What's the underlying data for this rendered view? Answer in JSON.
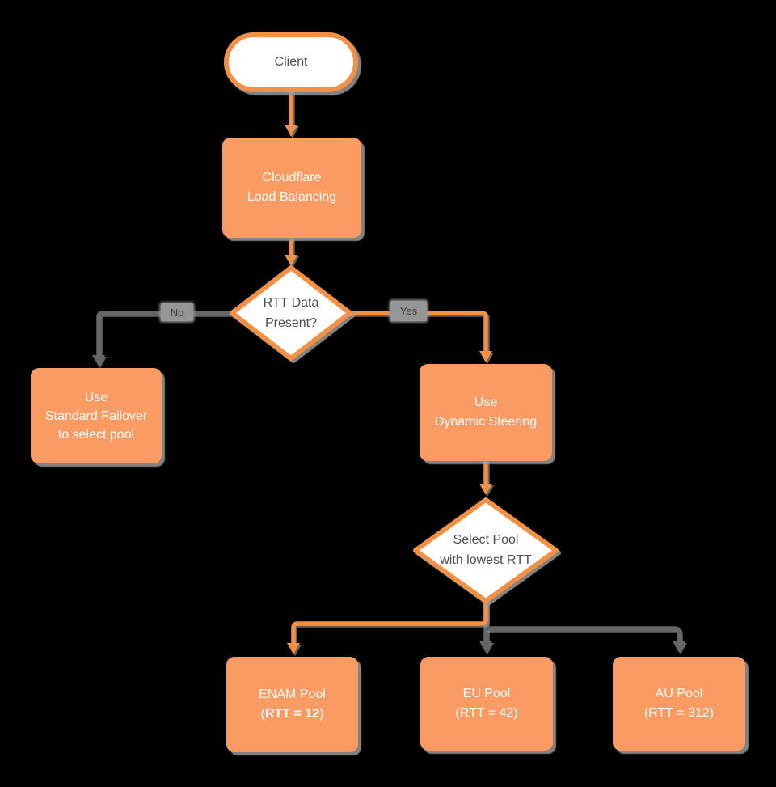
{
  "palette": {
    "canvas_bg": "#000000",
    "orange_fill": "#F99B62",
    "orange_stroke": "#F29145",
    "gray_line": "#666666",
    "shadow": "#999999",
    "text_dark": "#4D4D4D",
    "text_light": "#FFFFFF",
    "label_bg": "#969696",
    "label_text": "#3A3A3A"
  },
  "nodes": {
    "client": {
      "label": "Client"
    },
    "cloudflare": {
      "lines": [
        "Cloudflare",
        "Load Balancing"
      ]
    },
    "rtt_decision": {
      "lines": [
        "RTT Data",
        "Present?"
      ]
    },
    "standard_failover": {
      "lines": [
        "Use",
        "Standard Failover",
        "to select pool"
      ]
    },
    "dynamic_steering": {
      "lines": [
        "Use",
        "Dynamic Steering"
      ]
    },
    "select_pool": {
      "lines": [
        "Select Pool",
        "with lowest RTT"
      ]
    },
    "enam_pool": {
      "line1": "ENAM Pool",
      "paren_open": "(",
      "rtt_bold": "RTT = 12",
      "paren_close": ")"
    },
    "eu_pool": {
      "lines": [
        "EU Pool",
        "(RTT = 42)"
      ]
    },
    "au_pool": {
      "lines": [
        "AU Pool",
        "(RTT = 312)"
      ]
    }
  },
  "edge_labels": {
    "no": "No",
    "yes": "Yes"
  }
}
